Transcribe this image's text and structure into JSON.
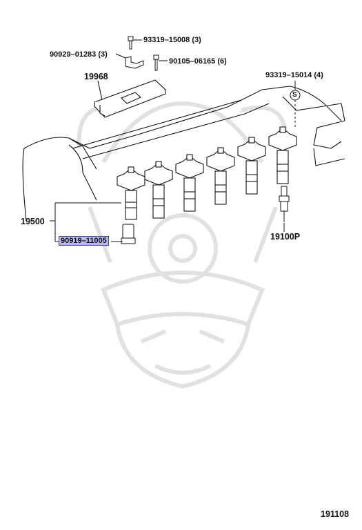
{
  "labels": {
    "bolt_top": "93319–15008 (3)",
    "bracket": "90929–01283 (3)",
    "bolt_mid": "90105–06165 (6)",
    "cover": "19968",
    "bolt_right": "93319–15014 (4)",
    "s_mark": "S",
    "coil_group": "19500",
    "highlighted_part": "90919–11005",
    "spark_plug": "19100P",
    "diagram_id": "191108"
  },
  "colors": {
    "line": "#111111",
    "highlight_fill": "#b9b9ee",
    "highlight_border": "#3f3fa8",
    "watermark": "#d9d9d9"
  }
}
